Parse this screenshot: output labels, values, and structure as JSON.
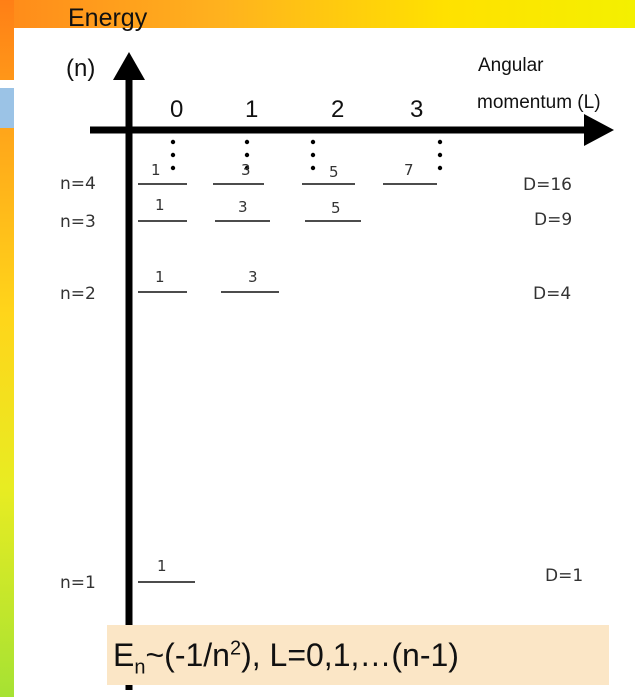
{
  "axis": {
    "y_title": "Energy",
    "y_unit": "(n)",
    "x_title_line1": "Angular",
    "x_title_line2": "momentum (L)",
    "x_ticks": [
      "0",
      "1",
      "2",
      "3"
    ]
  },
  "levels": [
    {
      "label": "n=4",
      "degeneracy": "D=16",
      "sublevels": [
        "1",
        "3",
        "5",
        "7"
      ]
    },
    {
      "label": "n=3",
      "degeneracy": "D=9",
      "sublevels": [
        "1",
        "3",
        "5"
      ]
    },
    {
      "label": "n=2",
      "degeneracy": "D=4",
      "sublevels": [
        "1",
        "3"
      ]
    },
    {
      "label": "n=1",
      "degeneracy": "D=1",
      "sublevels": [
        "1"
      ]
    }
  ],
  "formula": {
    "E": "E",
    "E_sub": "n",
    "mid": "~(-1/n",
    "sup": "2",
    "tail": "), L=0,1,…(n-1)"
  },
  "colors": {
    "axis": "#000000",
    "level_line": "#333333",
    "formula_bg": "#fbe6c6"
  }
}
